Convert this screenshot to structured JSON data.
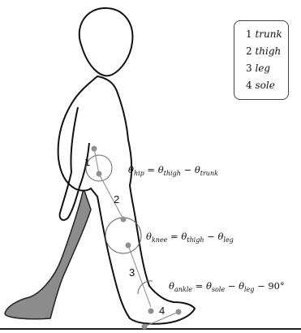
{
  "figure": {
    "segments": [
      {
        "num": "1",
        "name": "trunk"
      },
      {
        "num": "2",
        "name": "thigh"
      },
      {
        "num": "3",
        "name": "leg"
      },
      {
        "num": "4",
        "name": "sole"
      }
    ],
    "equations": {
      "hip": {
        "lhs_sub": "hip",
        "a_sub": "thigh",
        "b_sub": "trunk",
        "tail": ""
      },
      "knee": {
        "lhs_sub": "knee",
        "a_sub": "thigh",
        "b_sub": "leg",
        "tail": ""
      },
      "ankle": {
        "lhs_sub": "ankle",
        "a_sub": "sole",
        "b_sub": "leg",
        "tail": " − 90°"
      }
    },
    "colors": {
      "outline": "#111111",
      "rear_leg": "#8c8c8c",
      "marker": "#909090",
      "segment_line": "#888888",
      "angle_arc": "#666666"
    }
  }
}
